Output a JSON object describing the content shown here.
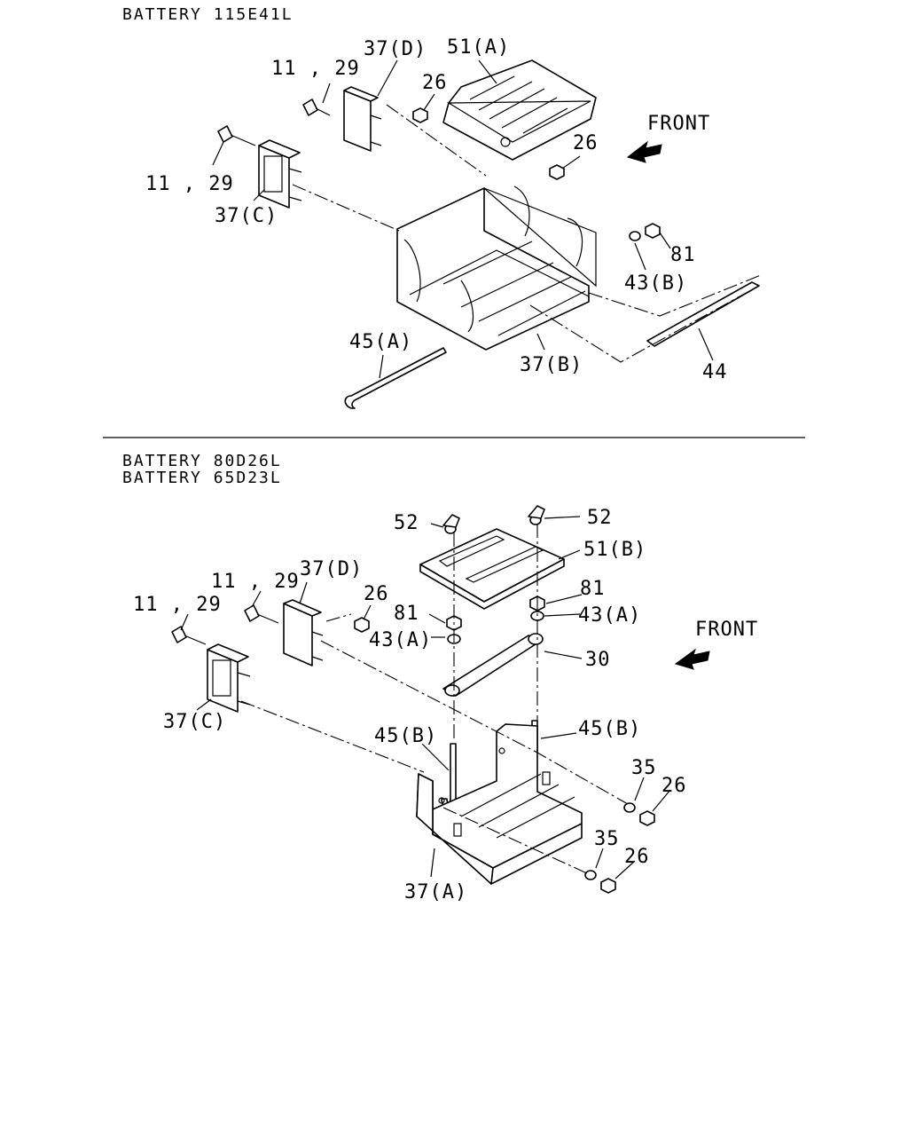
{
  "sections": [
    {
      "headers": [
        "BATTERY 115E41L"
      ],
      "front_label": "FRONT",
      "callouts": {
        "c_37d": "37(D)",
        "c_51a": "51(A)",
        "c_1129_top": "11 , 29",
        "c_26_a": "26",
        "c_26_b": "26",
        "c_1129_left": "11 , 29",
        "c_37c": "37(C)",
        "c_81": "81",
        "c_43b": "43(B)",
        "c_45a": "45(A)",
        "c_37b": "37(B)",
        "c_44": "44"
      }
    },
    {
      "headers": [
        "BATTERY 80D26L",
        "BATTERY 65D23L"
      ],
      "front_label": "FRONT",
      "callouts": {
        "c_52_left": "52",
        "c_52_right": "52",
        "c_51b": "51(B)",
        "c_37d": "37(D)",
        "c_1129_top": "11 , 29",
        "c_1129_left": "11 , 29",
        "c_26_top": "26",
        "c_81_left": "81",
        "c_81_right": "81",
        "c_43a_left": "43(A)",
        "c_43a_right": "43(A)",
        "c_30": "30",
        "c_37c": "37(C)",
        "c_45b_left": "45(B)",
        "c_45b_right": "45(B)",
        "c_35_upper": "35",
        "c_26_upper": "26",
        "c_35_lower": "35",
        "c_26_lower": "26",
        "c_37a": "37(A)"
      }
    }
  ]
}
